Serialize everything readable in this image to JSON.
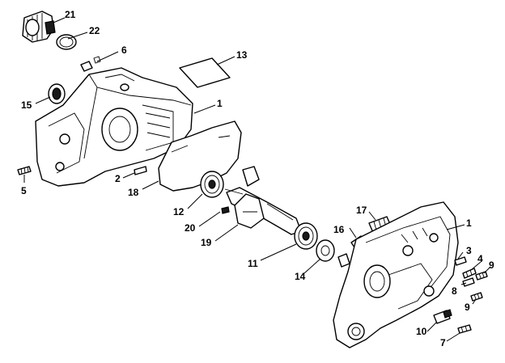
{
  "diagram": {
    "callouts": [
      {
        "id": "21",
        "text": "21"
      },
      {
        "id": "22",
        "text": "22"
      },
      {
        "id": "6",
        "text": "6"
      },
      {
        "id": "13",
        "text": "13"
      },
      {
        "id": "15",
        "text": "15"
      },
      {
        "id": "1a",
        "text": "1"
      },
      {
        "id": "2",
        "text": "2"
      },
      {
        "id": "18",
        "text": "18"
      },
      {
        "id": "5",
        "text": "5"
      },
      {
        "id": "12",
        "text": "12"
      },
      {
        "id": "20",
        "text": "20"
      },
      {
        "id": "19",
        "text": "19"
      },
      {
        "id": "17",
        "text": "17"
      },
      {
        "id": "16",
        "text": "16"
      },
      {
        "id": "1b",
        "text": "1"
      },
      {
        "id": "3",
        "text": "3"
      },
      {
        "id": "4",
        "text": "4"
      },
      {
        "id": "9a",
        "text": "9"
      },
      {
        "id": "8",
        "text": "8"
      },
      {
        "id": "9b",
        "text": "9"
      },
      {
        "id": "11",
        "text": "11"
      },
      {
        "id": "14",
        "text": "14"
      },
      {
        "id": "10",
        "text": "10"
      },
      {
        "id": "7",
        "text": "7"
      }
    ]
  }
}
